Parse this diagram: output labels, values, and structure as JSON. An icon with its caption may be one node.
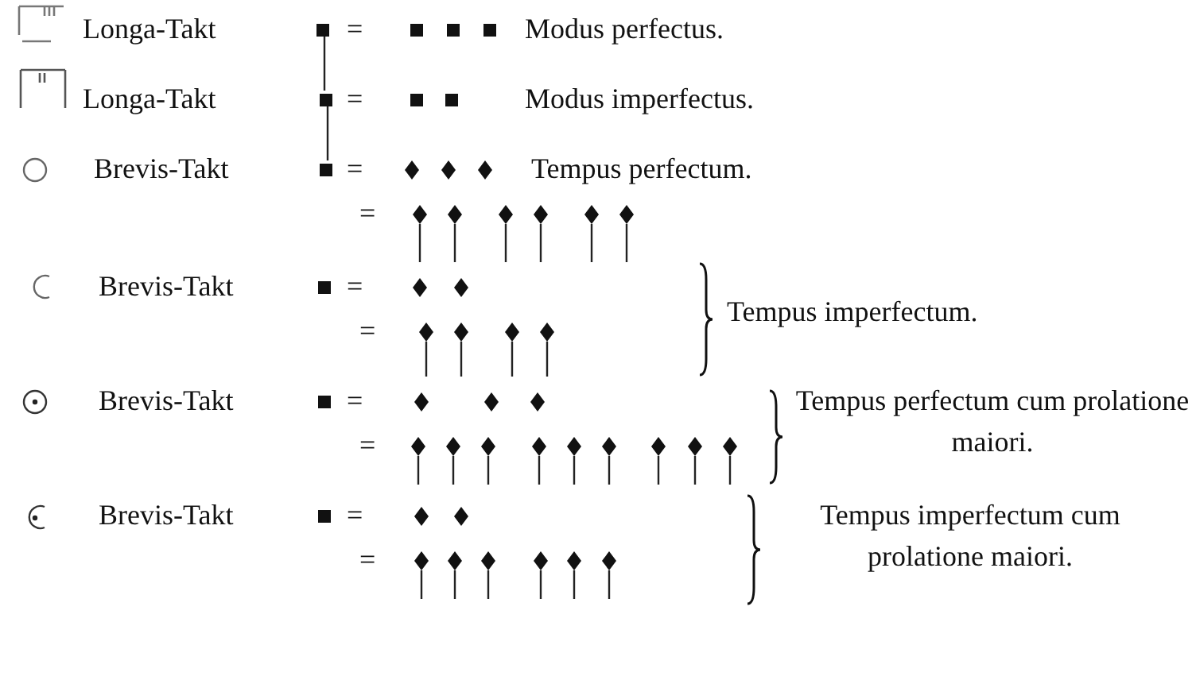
{
  "diagram": {
    "labels": [
      "Longa-Takt",
      "=",
      "Modus perfectus.",
      "Longa-Takt",
      "=",
      "Modus imperfectus.",
      "Brevis-Takt",
      "=",
      "Tempus perfectum.",
      "=",
      "Brevis-Takt",
      "=",
      "=",
      "Tempus imperfectum.",
      "Brevis-Takt",
      "=",
      "Tempus perfectum cum prolatione maiori.",
      "=",
      "Brevis-Takt",
      "=",
      "Tempus imperfectum cum prolatione maiori.",
      "="
    ]
  }
}
